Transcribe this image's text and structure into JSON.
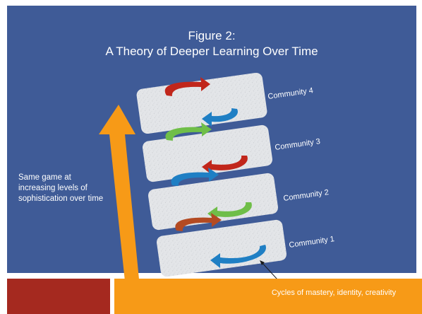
{
  "title": {
    "line1": "Figure 2:",
    "line2": "A Theory of Deeper Learning Over Time"
  },
  "side_note": "Same game at increasing levels of sophistication over time",
  "communities": [
    {
      "label": "Community 4"
    },
    {
      "label": "Community 3"
    },
    {
      "label": "Community 2"
    },
    {
      "label": "Community 1"
    }
  ],
  "caption": "Cycles of mastery, identity, creativity",
  "colors": {
    "background": "#3f5b97",
    "big_arrow": "#f79a17",
    "footer_red": "#a5291f",
    "footer_orange": "#f79a17",
    "card": "#e6e8ea",
    "arrow_red": "#c1261b",
    "arrow_blue": "#1f7fc4",
    "arrow_green": "#6fbe48",
    "arrow_brown": "#b34a22"
  }
}
